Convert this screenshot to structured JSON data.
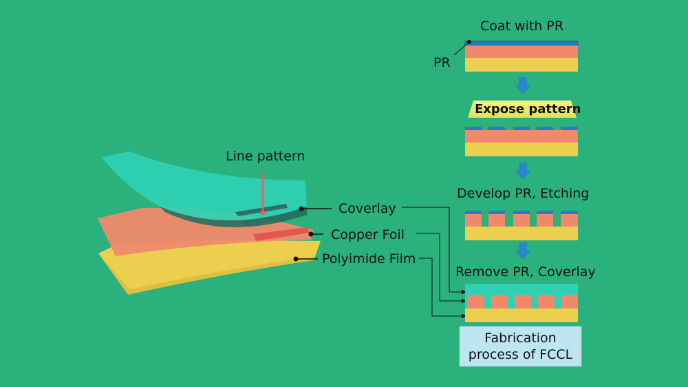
{
  "title": "",
  "left_illustration": {
    "line_pattern_label": "Line pattern",
    "layers": [
      {
        "label": "Coverlay",
        "color": "#2fd1b4"
      },
      {
        "label": "Copper Foil",
        "color": "#f0896c"
      },
      {
        "label": "Polyimide Film",
        "color": "#eccf4f"
      }
    ]
  },
  "process_steps": [
    {
      "label": "Coat with PR",
      "side_label": "PR"
    },
    {
      "label": "Expose pattern"
    },
    {
      "label": "Develop PR, Etching"
    },
    {
      "label": "Remove PR, Coverlay"
    }
  ],
  "result_box": {
    "line1": "Fabrication",
    "line2": "process of FCCL",
    "color": "#bde6f2"
  },
  "colors": {
    "background": "#2bb17c",
    "pr": "#2b79c1",
    "copper": "#f0896c",
    "polyimide": "#eccf4f",
    "coverlay": "#2fd1b4",
    "arrow": "#2b86c6",
    "mask": "#f2f07a"
  }
}
